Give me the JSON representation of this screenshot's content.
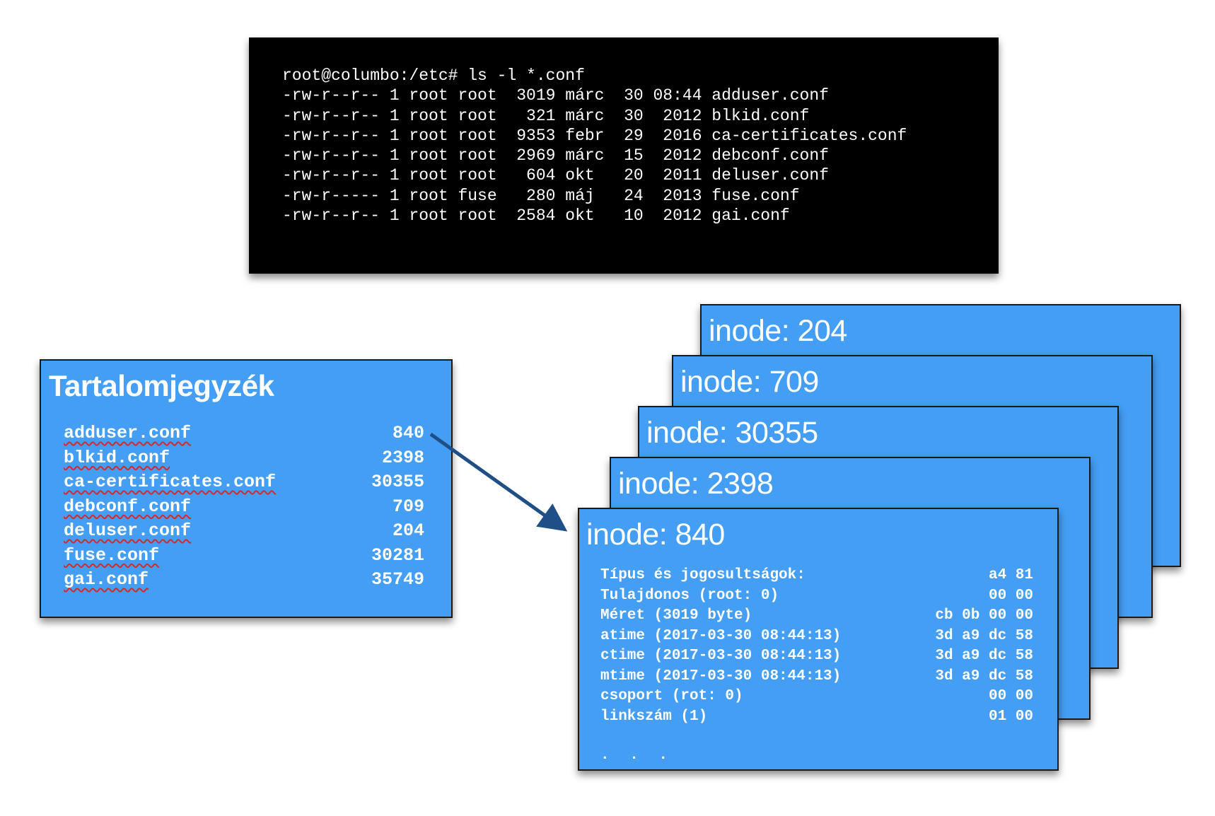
{
  "terminal": {
    "lines": [
      "root@columbo:/etc# ls -l *.conf",
      "-rw-r--r-- 1 root root  3019 márc  30 08:44 adduser.conf",
      "-rw-r--r-- 1 root root   321 márc  30  2012 blkid.conf",
      "-rw-r--r-- 1 root root  9353 febr  29  2016 ca-certificates.conf",
      "-rw-r--r-- 1 root root  2969 márc  15  2012 debconf.conf",
      "-rw-r--r-- 1 root root   604 okt   20  2011 deluser.conf",
      "-rw-r----- 1 root fuse   280 máj   24  2013 fuse.conf",
      "-rw-r--r-- 1 root root  2584 okt   10  2012 gai.conf"
    ]
  },
  "directory": {
    "title": "Tartalomjegyzék",
    "entries": [
      {
        "name": "adduser.conf",
        "inode": "840"
      },
      {
        "name": "blkid.conf",
        "inode": "2398"
      },
      {
        "name": "ca-certificates.conf",
        "inode": "30355"
      },
      {
        "name": "debconf.conf",
        "inode": "709"
      },
      {
        "name": "deluser.conf",
        "inode": "204"
      },
      {
        "name": "fuse.conf",
        "inode": "30281"
      },
      {
        "name": "gai.conf",
        "inode": "35749"
      }
    ]
  },
  "inodes": [
    {
      "title": "inode: 204"
    },
    {
      "title": "inode: 709"
    },
    {
      "title": "inode: 30355"
    },
    {
      "title": "inode: 2398"
    },
    {
      "title": "inode: 840"
    }
  ],
  "inode_detail": {
    "fields": [
      {
        "label": "Típus és jogosultságok:",
        "hex": "a4 81"
      },
      {
        "label": "Tulajdonos (root: 0)",
        "hex": "00 00"
      },
      {
        "label": "Méret (3019 byte)",
        "hex": "cb 0b 00 00"
      },
      {
        "label": "atime (2017-03-30 08:44:13)",
        "hex": "3d a9 dc 58"
      },
      {
        "label": "ctime (2017-03-30 08:44:13)",
        "hex": "3d a9 dc 58"
      },
      {
        "label": "mtime (2017-03-30 08:44:13)",
        "hex": "3d a9 dc 58"
      },
      {
        "label": "csoport (rot: 0)",
        "hex": "00 00"
      },
      {
        "label": "linkszám (1)",
        "hex": "01 00"
      }
    ],
    "ellipsis": ". . ."
  },
  "colors": {
    "box": "#449ef3",
    "arrow": "#1f4f86",
    "terminal_bg": "#000000",
    "spellcheck": "#d62a2a"
  }
}
